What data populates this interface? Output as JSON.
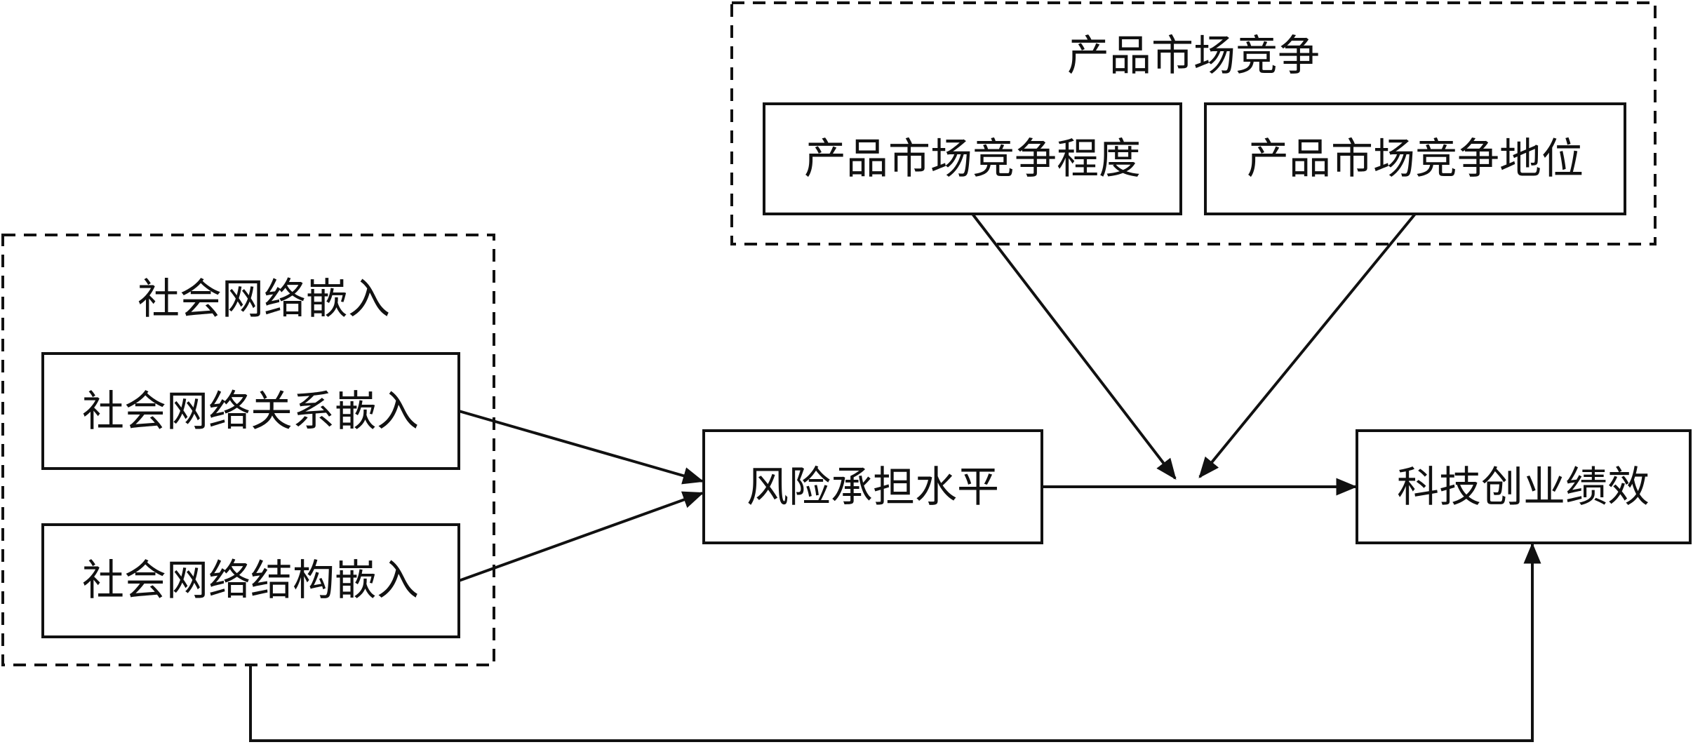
{
  "groups": {
    "competition": {
      "title": "产品市场竞争"
    },
    "network": {
      "title": "社会网络嵌入"
    }
  },
  "boxes": {
    "competition_degree": "产品市场竞争程度",
    "competition_position": "产品市场竞争地位",
    "relational_embedding": "社会网络关系嵌入",
    "structural_embedding": "社会网络结构嵌入",
    "risk_taking": "风险承担水平",
    "tech_performance": "科技创业绩效"
  }
}
